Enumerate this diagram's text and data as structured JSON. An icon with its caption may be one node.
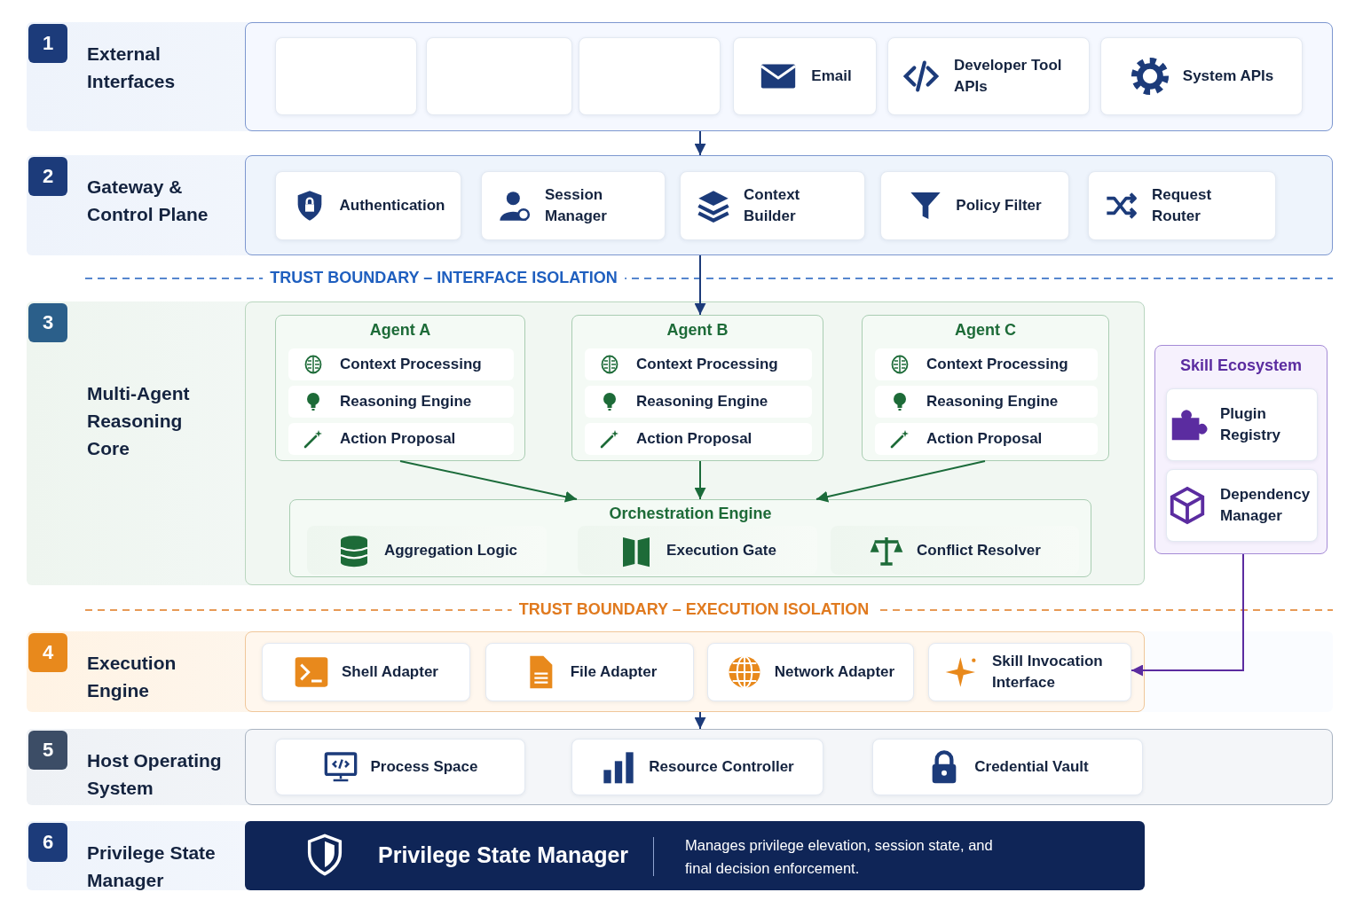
{
  "diagram": {
    "nodes": [
      {
        "text": [
          "1",
          "External Interfaces"
        ]
      },
      {
        "text": [],
        "shape": "box",
        "in": 0
      },
      {
        "text": [],
        "shape": "box",
        "in": 0
      },
      {
        "text": [],
        "shape": "box",
        "in": 0
      },
      {
        "text": [
          "Email"
        ],
        "in": 0
      },
      {
        "text": [
          "Developer Tool APIs"
        ],
        "in": 0
      },
      {
        "text": [
          "System APIs"
        ],
        "in": 0
      },
      {
        "text": [
          "2",
          "Gateway & Control Plane"
        ]
      },
      {
        "text": [
          "Authentication"
        ],
        "in": 7
      },
      {
        "text": [
          "Session Manager"
        ],
        "in": 7
      },
      {
        "text": [
          "Context Builder"
        ],
        "in": 7
      },
      {
        "text": [
          "Policy Filter"
        ],
        "in": 7
      },
      {
        "text": [
          "Request Router"
        ],
        "in": 7
      },
      {
        "text": [
          "3",
          "Multi-Agent Reasoning Core"
        ]
      },
      {
        "text": [
          "Agent A"
        ],
        "in": 13
      },
      {
        "text": [
          "Context Processing"
        ],
        "in": 14
      },
      {
        "text": [
          "Reasoning Engine"
        ],
        "in": 14
      },
      {
        "text": [
          "Action Proposal"
        ],
        "in": 14
      },
      {
        "text": [
          "Agent B"
        ],
        "in": 13
      },
      {
        "text": [
          "Context Processing"
        ],
        "in": 18
      },
      {
        "text": [
          "Reasoning Engine"
        ],
        "in": 18
      },
      {
        "text": [
          "Action Proposal"
        ],
        "in": 18
      },
      {
        "text": [
          "Agent C"
        ],
        "in": 13
      },
      {
        "text": [
          "Context Processing"
        ],
        "in": 22
      },
      {
        "text": [
          "Reasoning Engine"
        ],
        "in": 22
      },
      {
        "text": [
          "Action Proposal"
        ],
        "in": 22
      },
      {
        "text": [
          "Orchestration Engine"
        ],
        "in": 13
      },
      {
        "text": [
          "Aggregation Logic"
        ],
        "in": 26
      },
      {
        "text": [
          "Execution Gate"
        ],
        "in": 26
      },
      {
        "text": [
          "Conflict Resolver"
        ],
        "in": 26
      },
      {
        "text": [
          "Skill Ecosystem"
        ]
      },
      {
        "text": [
          "Plugin Registry"
        ],
        "in": 30
      },
      {
        "text": [
          "Dependency Manager"
        ],
        "in": 30
      },
      {
        "text": [
          "4",
          "Execution Engine"
        ]
      },
      {
        "text": [
          "Shell Adapter"
        ],
        "in": 33
      },
      {
        "text": [
          "File Adapter"
        ],
        "in": 33
      },
      {
        "text": [
          "Network Adapter"
        ],
        "in": 33
      },
      {
        "text": [
          "Skill Invocation Interface"
        ],
        "in": 33
      },
      {
        "text": [
          "5",
          "Host Operating System"
        ]
      },
      {
        "text": [
          "Process Space"
        ],
        "in": 38
      },
      {
        "text": [
          "Resource Controller"
        ],
        "in": 38
      },
      {
        "text": [
          "Credential Vault"
        ],
        "in": 38
      },
      {
        "text": [
          "6",
          "Privilege State Manager"
        ]
      },
      {
        "text": [
          "Privilege State Manager",
          "Manages privilege elevation, session state, and final decision enforcement."
        ],
        "in": 42
      }
    ],
    "edges": [
      {
        "from": 0,
        "to": 7,
        "arrow": "to"
      },
      {
        "from": 7,
        "to": 18,
        "arrow": "to"
      },
      {
        "from": 14,
        "to": 26,
        "arrow": "to",
        "color": "#1b6b3a"
      },
      {
        "from": 18,
        "to": 26,
        "arrow": "to",
        "color": "#1b6b3a"
      },
      {
        "from": 22,
        "to": 26,
        "arrow": "to",
        "color": "#1b6b3a"
      },
      {
        "from": 30,
        "to": 37,
        "arrow": "to",
        "color": "#5b2ca0"
      },
      {
        "from": 33,
        "to": 38,
        "arrow": "to"
      }
    ],
    "labels": [
      "TRUST BOUNDARY – INTERFACE ISOLATION",
      "TRUST BOUNDARY – EXECUTION ISOLATION"
    ]
  }
}
